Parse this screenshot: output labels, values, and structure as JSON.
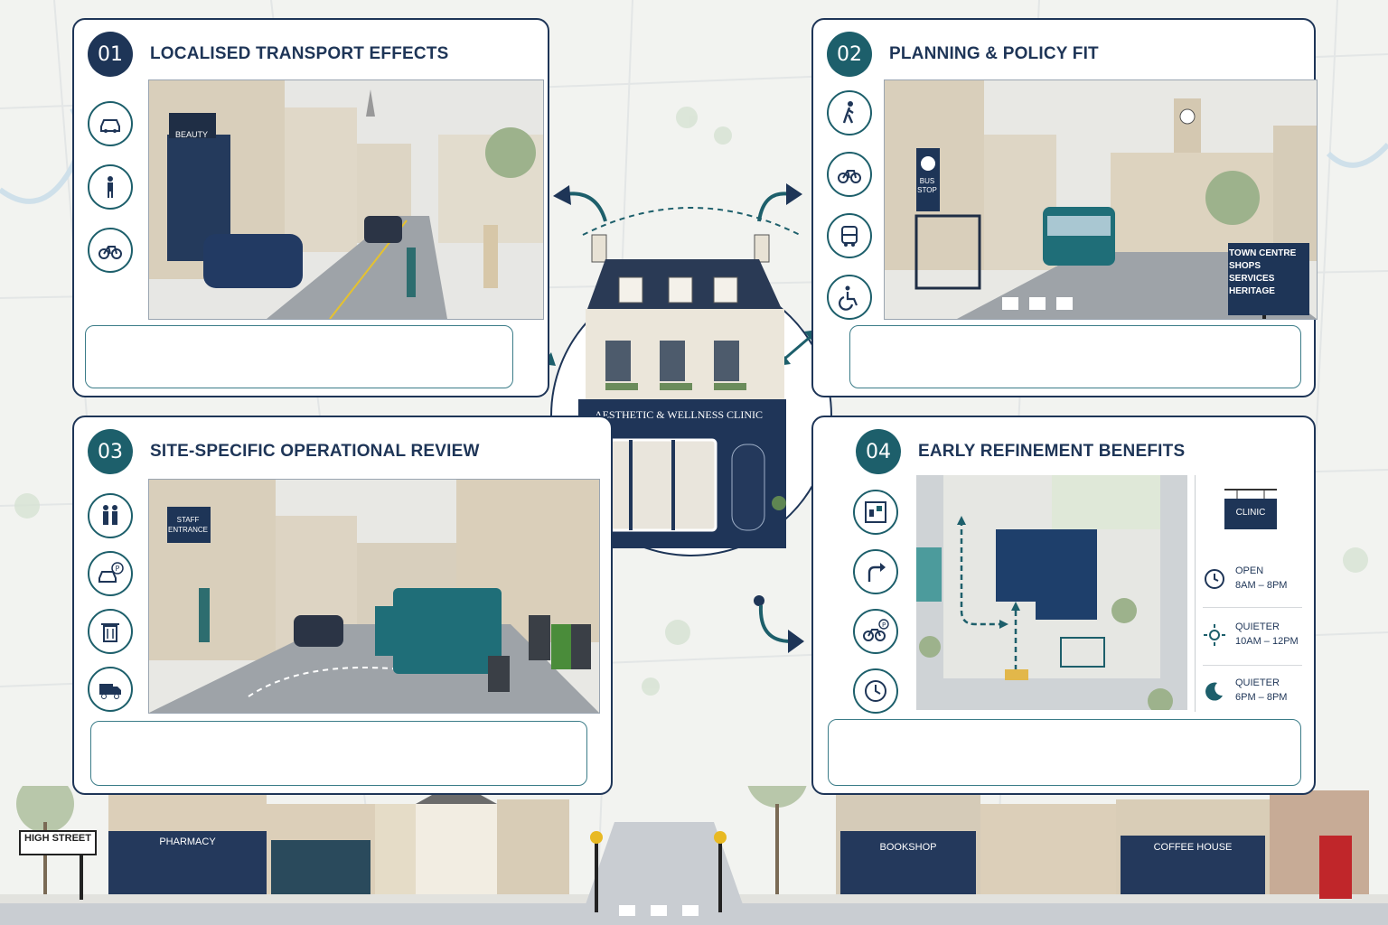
{
  "panels": [
    {
      "number": "01",
      "title": "LOCALISED TRANSPORT EFFECTS",
      "icons": [
        "car-icon",
        "pedestrian-icon",
        "bicycle-icon"
      ],
      "scene_sign": "BEAUTY"
    },
    {
      "number": "02",
      "title": "PLANNING & POLICY FIT",
      "icons": [
        "walking-icon",
        "bicycle-icon",
        "bus-icon",
        "wheelchair-icon"
      ],
      "bus_stop": "BUS STOP",
      "signpost": [
        "TOWN CENTRE",
        "SHOPS",
        "SERVICES",
        "HERITAGE"
      ]
    },
    {
      "number": "03",
      "title": "SITE-SPECIFIC OPERATIONAL REVIEW",
      "icons": [
        "staff-icon",
        "parking-icon",
        "bin-icon",
        "delivery-truck-icon"
      ],
      "scene_sign": "STAFF ENTRANCE"
    },
    {
      "number": "04",
      "title": "EARLY REFINEMENT BENEFITS",
      "icons": [
        "site-layout-icon",
        "route-arrow-icon",
        "cycle-parking-icon",
        "clock-icon"
      ],
      "clinic_sign": "CLINIC",
      "hours": [
        {
          "label": "OPEN",
          "time": "8AM – 8PM"
        },
        {
          "label": "QUIETER",
          "time": "10AM – 12PM"
        },
        {
          "label": "QUIETER",
          "time": "6PM – 8PM"
        }
      ]
    }
  ],
  "center": {
    "clinic_name": "AESTHETIC & WELLNESS CLINIC"
  },
  "street": {
    "street_sign": "HIGH STREET",
    "shops": [
      "PHARMACY",
      "BOOKSHOP",
      "COFFEE HOUSE"
    ]
  },
  "colors": {
    "navy": "#1e3557",
    "teal": "#1d5f6b",
    "stone": "#d9d1c1"
  }
}
